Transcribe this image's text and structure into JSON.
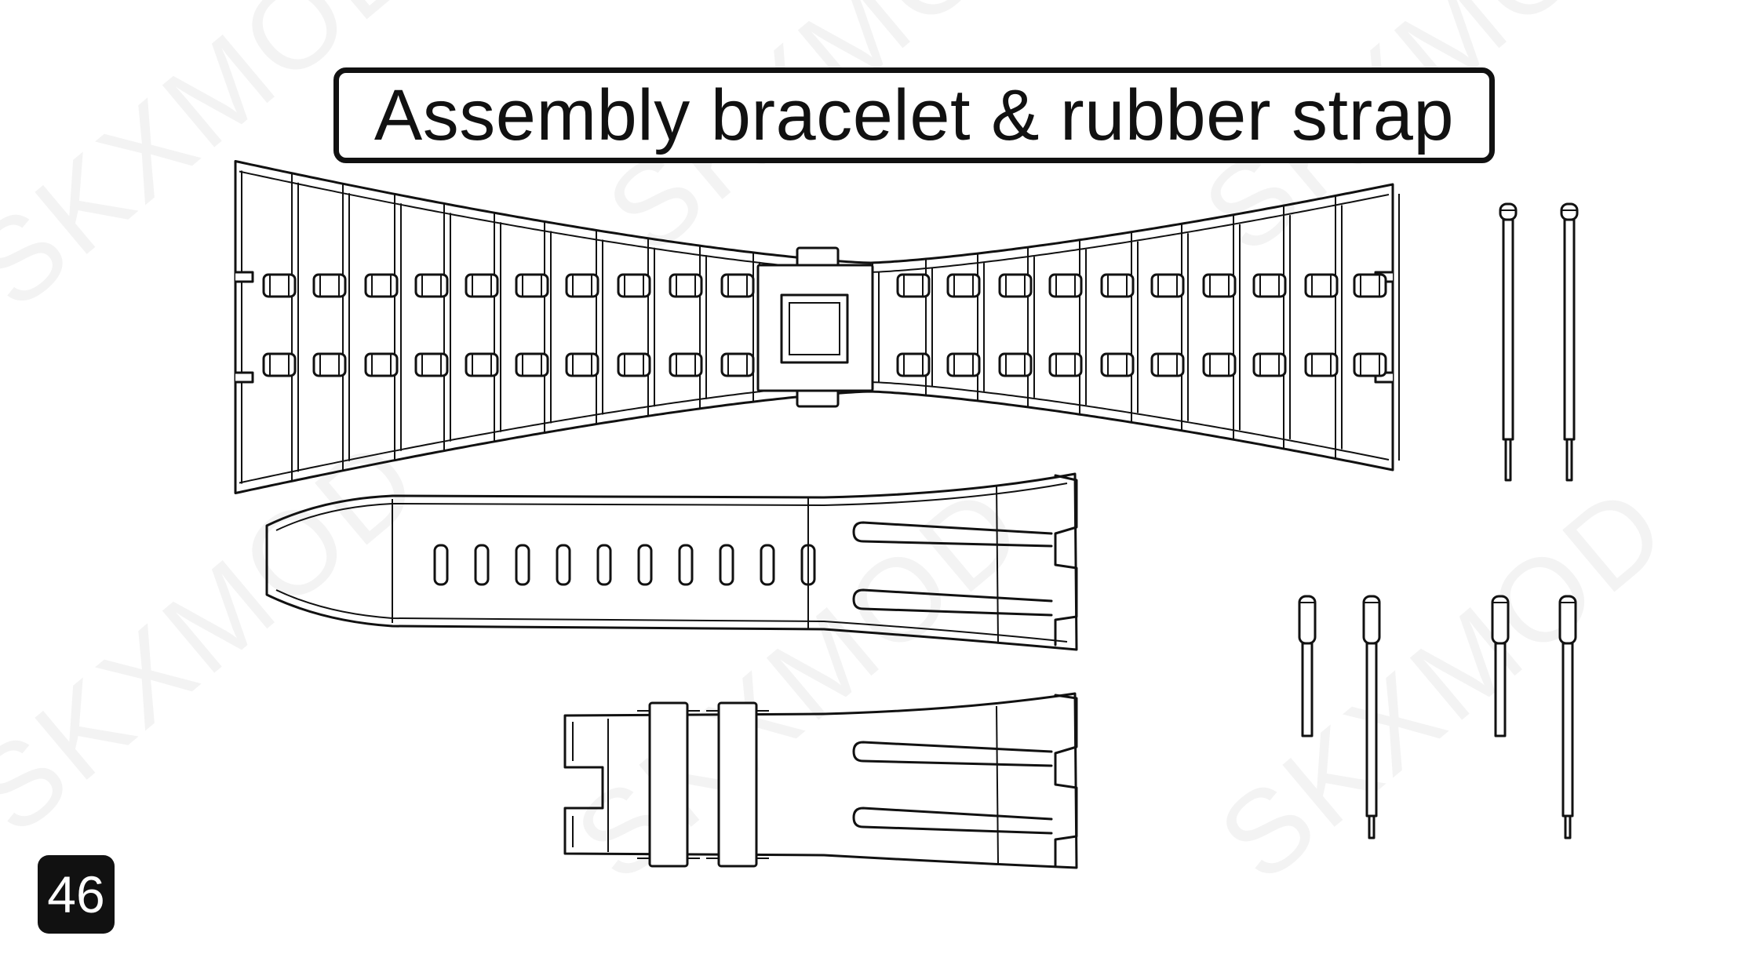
{
  "title": "Assembly bracelet & rubber strap",
  "page_number": "46",
  "watermark": "SKXMOD",
  "colors": {
    "ink": "#111111",
    "background": "#ffffff"
  },
  "parts": [
    {
      "name": "metal-bracelet",
      "icon": "bracelet-links"
    },
    {
      "name": "rubber-strap-long",
      "holes": 10
    },
    {
      "name": "rubber-strap-buckle",
      "keepers": 2
    },
    {
      "name": "spring-bar",
      "quantity": 2
    },
    {
      "name": "screw-pins",
      "quantity": 4
    }
  ]
}
